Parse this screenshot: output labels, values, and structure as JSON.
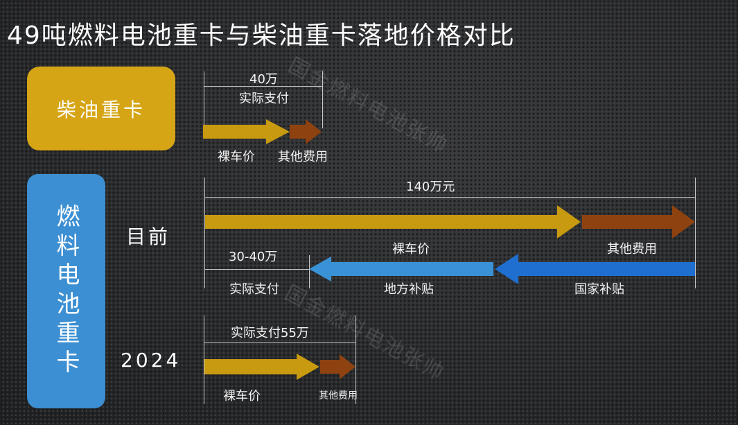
{
  "title": "49吨燃料电池重卡与柴油重卡落地价格对比",
  "diesel_label": "柴油重卡",
  "fc_label": "燃料电池重卡",
  "rows": {
    "current": "目前",
    "y2024": "2024"
  },
  "diesel": {
    "top_value": "40万",
    "top_caption": "实际支付",
    "bare": "裸车价",
    "other": "其他费用"
  },
  "current": {
    "total": "140万元",
    "bare": "裸车价",
    "other": "其他费用",
    "pay_value": "30-40万",
    "pay_caption": "实际支付",
    "local": "地方补贴",
    "national": "国家补贴"
  },
  "y2024": {
    "pay": "实际支付55万",
    "bare": "裸车价",
    "other": "其他费用"
  },
  "watermark": "国金燃料电池张帅",
  "colors": {
    "gold": "#c79a0f",
    "brown": "#8e4210",
    "light_blue": "#3a92d6",
    "blue": "#1f6fd1"
  }
}
